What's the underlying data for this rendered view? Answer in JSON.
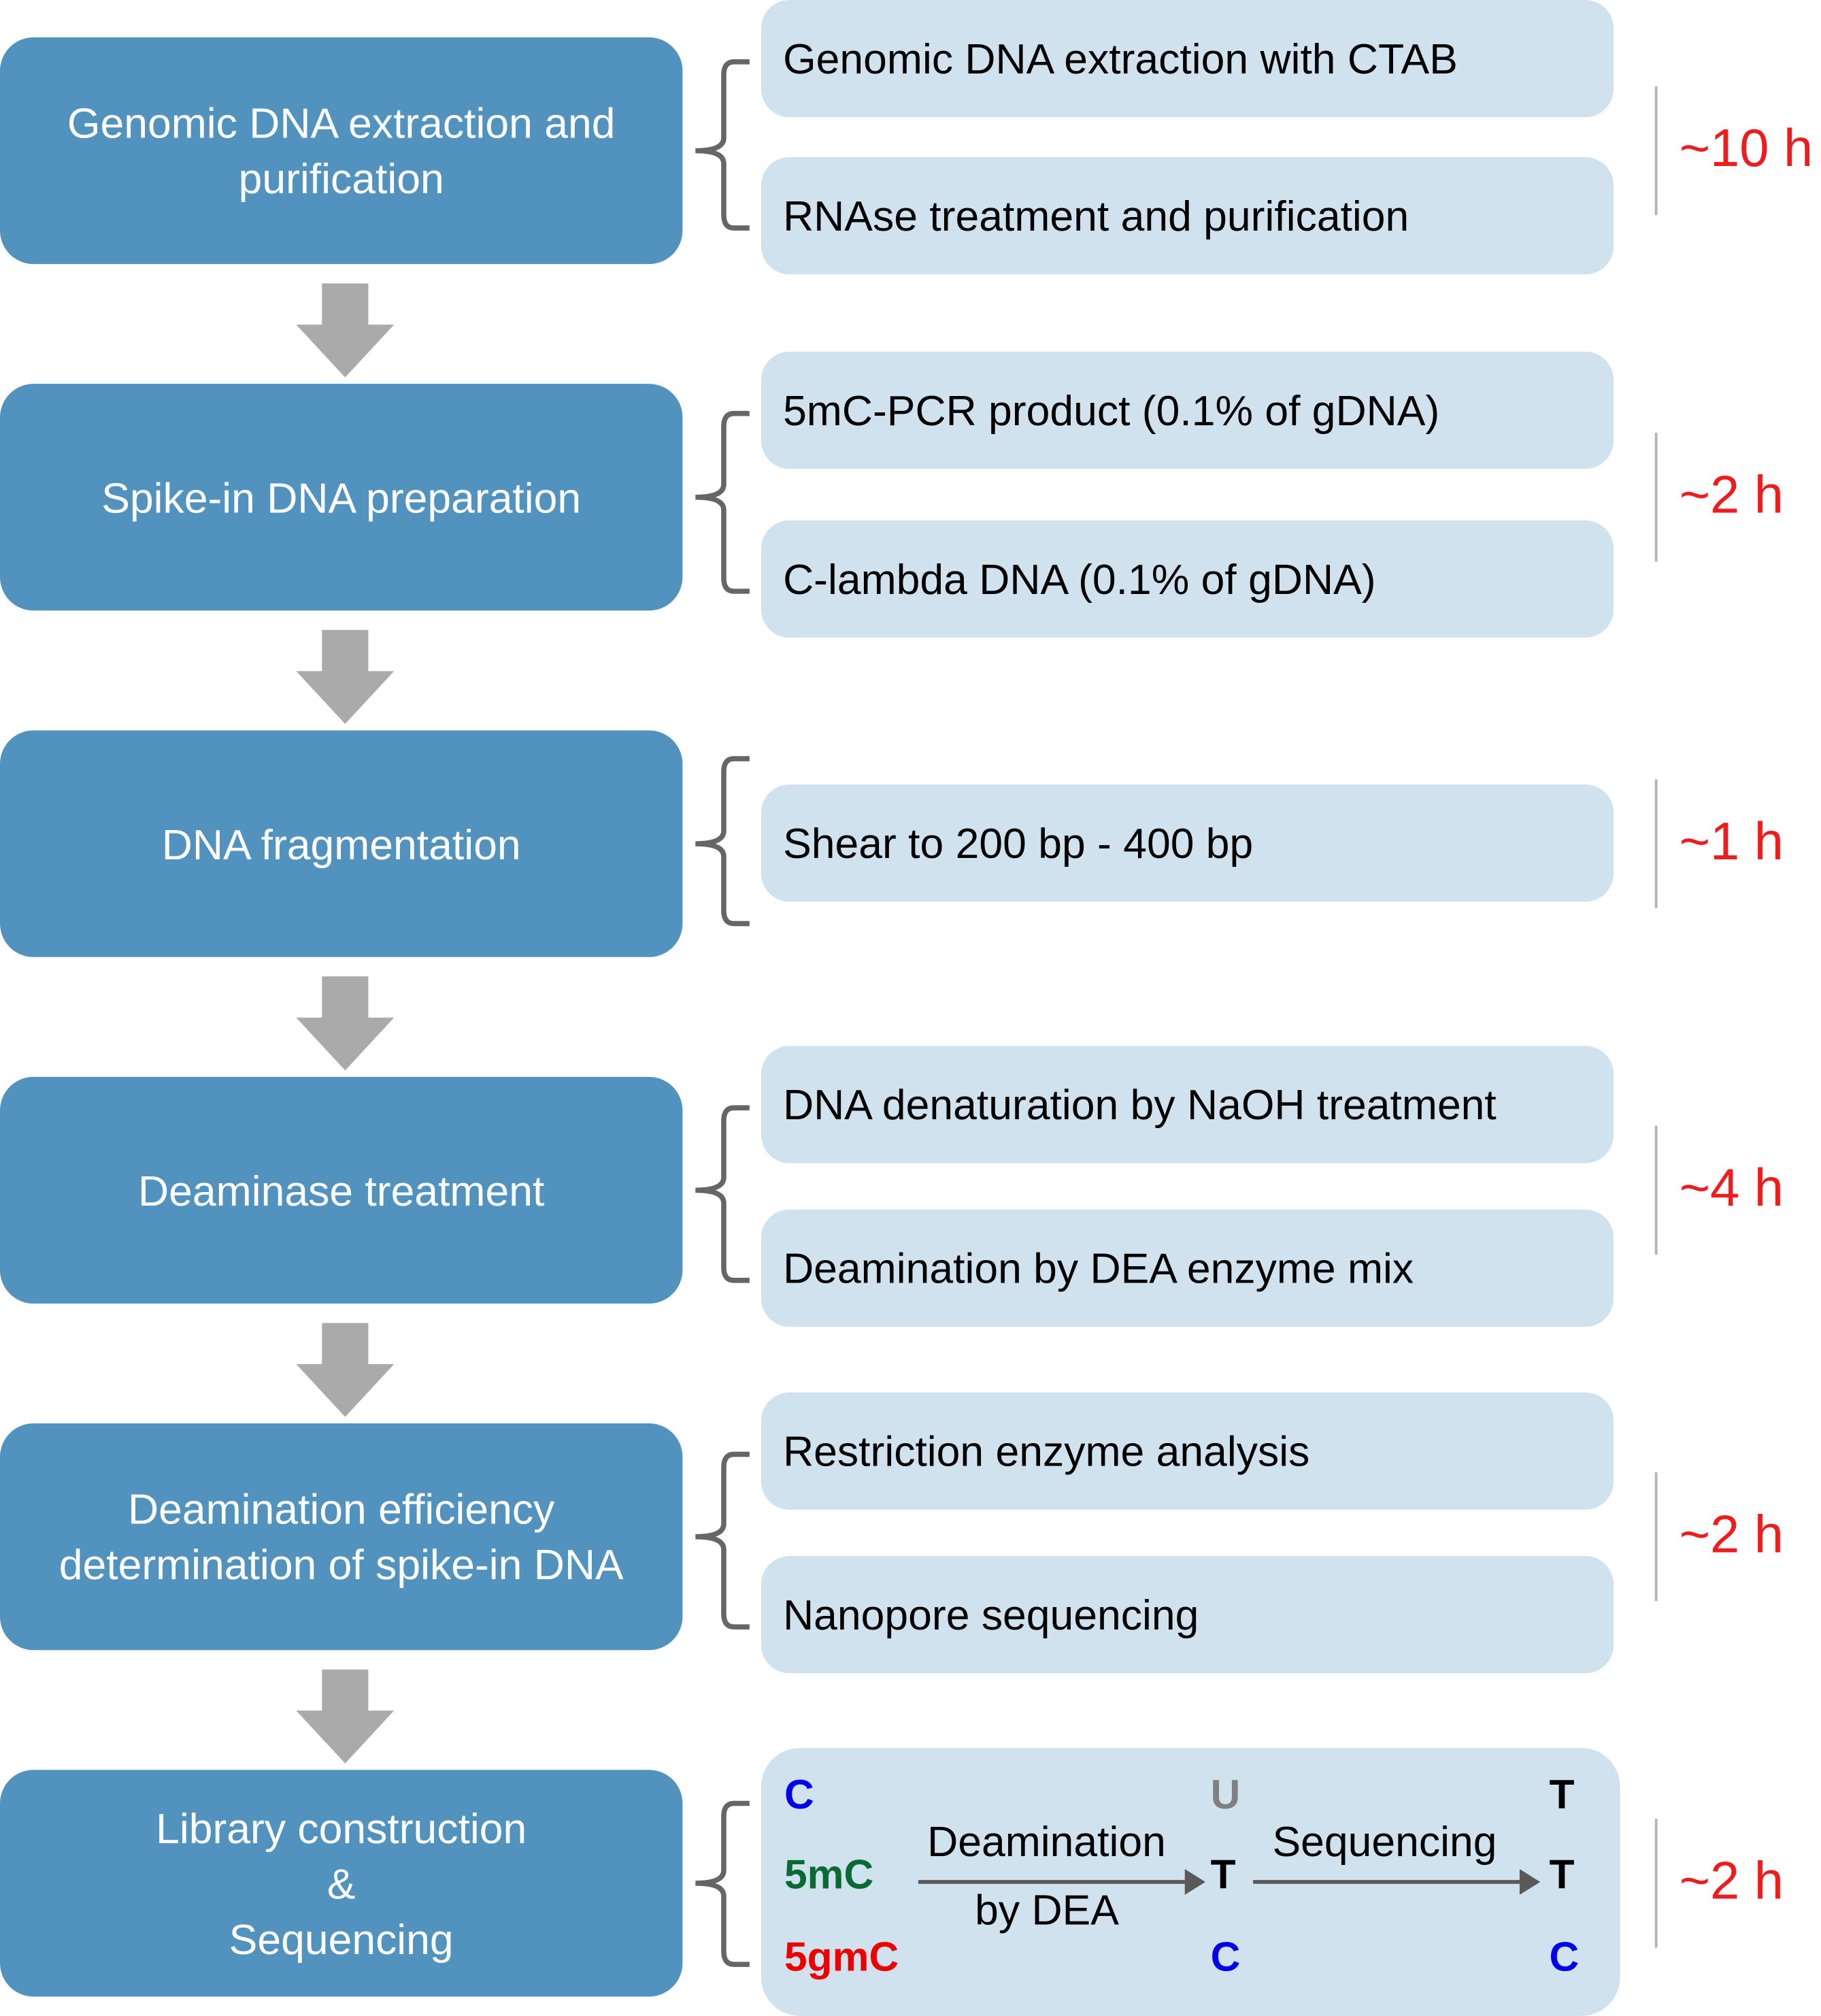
{
  "steps": [
    {
      "title": "Genomic DNA extraction and\npurification",
      "substeps": [
        "Genomic DNA extraction with CTAB",
        "RNAse treatment and purification"
      ],
      "time": "~10 h"
    },
    {
      "title": "Spike-in DNA preparation",
      "substeps": [
        "5mC-PCR product (0.1% of gDNA)",
        "C-lambda DNA (0.1% of gDNA)"
      ],
      "time": "~2 h"
    },
    {
      "title": "DNA fragmentation",
      "substeps": [
        "Shear to 200 bp - 400 bp"
      ],
      "time": "~1 h"
    },
    {
      "title": "Deaminase treatment",
      "substeps": [
        "DNA denaturation by NaOH treatment",
        "Deamination by DEA enzyme mix"
      ],
      "time": "~4 h"
    },
    {
      "title": "Deamination efficiency\ndetermination of spike-in DNA",
      "substeps": [
        "Restriction enzyme analysis",
        "Nanopore sequencing"
      ],
      "time": "~2 h"
    },
    {
      "title": "Library construction\n&\nSequencing",
      "time": "~2 h"
    }
  ],
  "scheme": {
    "inputs": [
      {
        "text": "C",
        "color": "#0000ee"
      },
      {
        "text": "5mC",
        "color": "#0a6a34"
      },
      {
        "text": "5gmC",
        "color": "#ee0000"
      }
    ],
    "after_deamination": [
      {
        "text": "U",
        "color": "#808080"
      },
      {
        "text": "T",
        "color": "#000000"
      },
      {
        "text": "C",
        "color": "#0000ee"
      }
    ],
    "after_sequencing": [
      {
        "text": "T",
        "color": "#000000"
      },
      {
        "text": "T",
        "color": "#000000"
      },
      {
        "text": "C",
        "color": "#0000ee"
      }
    ],
    "arrow1_label_top": "Deamination",
    "arrow1_label_bottom": "by DEA",
    "arrow2_label": "Sequencing"
  },
  "colors": {
    "step_box": "#5292bf",
    "substep_box": "#d0e2ee",
    "flow_arrow": "#aaaaaa",
    "time": "#ee1c1c"
  }
}
